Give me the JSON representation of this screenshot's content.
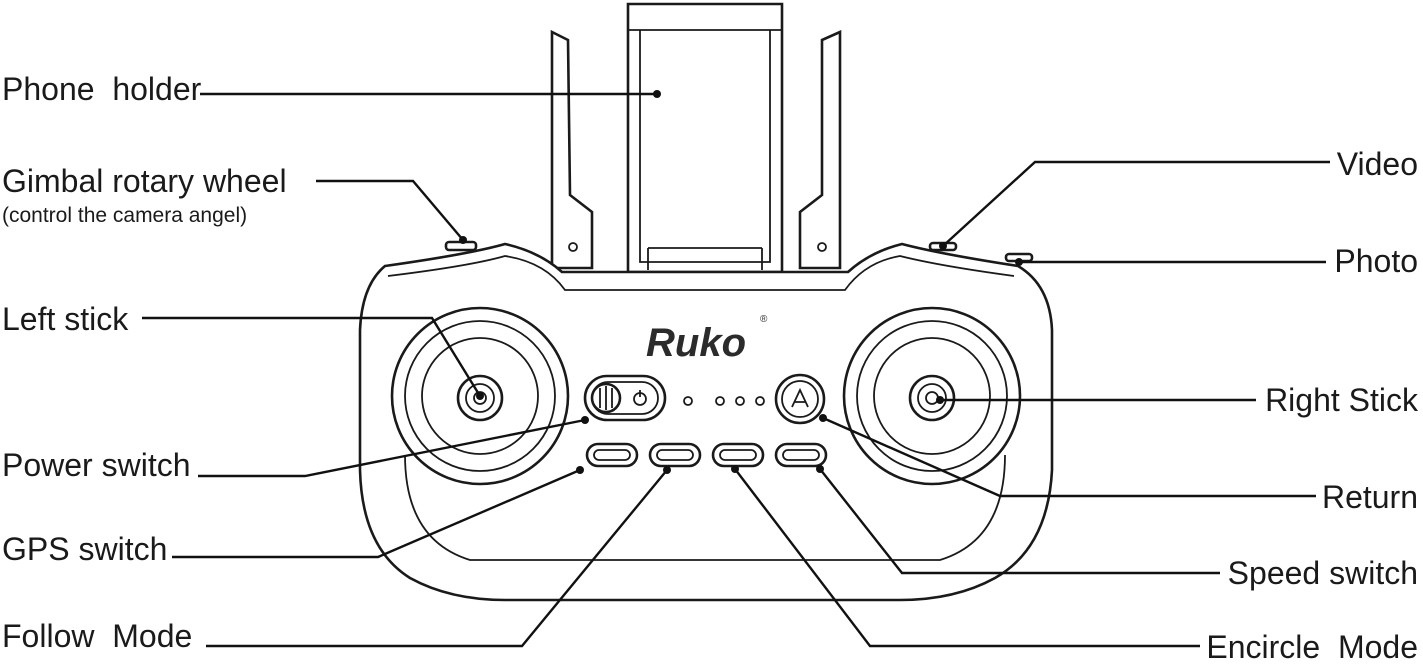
{
  "brand": {
    "name": "Ruko",
    "mark": "®"
  },
  "labels": {
    "phone_holder": "Phone  holder",
    "gimbal_wheel": "Gimbal rotary wheel",
    "gimbal_wheel_note": "(control the camera angel)",
    "left_stick": "Left stick",
    "power_switch": "Power switch",
    "gps_switch": "GPS switch",
    "follow_mode": "Follow  Mode",
    "video": "Video",
    "photo": "Photo",
    "right_stick": "Right Stick",
    "return": "Return",
    "speed_switch": "Speed switch",
    "encircle_mode": "Encircle  Mode"
  },
  "colors": {
    "line": "#1a1a1a",
    "background": "#ffffff"
  }
}
